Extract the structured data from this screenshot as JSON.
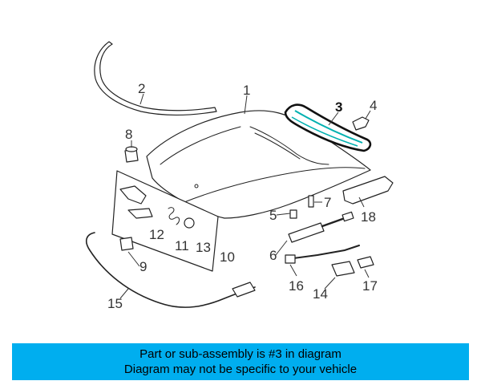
{
  "diagram": {
    "callouts": [
      {
        "id": "callout-1",
        "text": "1"
      },
      {
        "id": "callout-2",
        "text": "2"
      },
      {
        "id": "callout-3",
        "text": "3",
        "highlighted": true
      },
      {
        "id": "callout-4",
        "text": "4"
      },
      {
        "id": "callout-5",
        "text": "5"
      },
      {
        "id": "callout-6",
        "text": "6"
      },
      {
        "id": "callout-7",
        "text": "7"
      },
      {
        "id": "callout-8",
        "text": "8"
      },
      {
        "id": "callout-9",
        "text": "9"
      },
      {
        "id": "callout-10",
        "text": "10"
      },
      {
        "id": "callout-11",
        "text": "11"
      },
      {
        "id": "callout-12",
        "text": "12"
      },
      {
        "id": "callout-13",
        "text": "13"
      },
      {
        "id": "callout-14",
        "text": "14"
      },
      {
        "id": "callout-15",
        "text": "15"
      },
      {
        "id": "callout-16",
        "text": "16"
      },
      {
        "id": "callout-17",
        "text": "17"
      },
      {
        "id": "callout-18",
        "text": "18"
      }
    ],
    "highlight_color": "#00b0b0"
  },
  "banner": {
    "line1": "Part or sub-assembly is #3 in diagram",
    "line2": "Diagram may not be specific to your vehicle",
    "background": "#00aeef"
  }
}
